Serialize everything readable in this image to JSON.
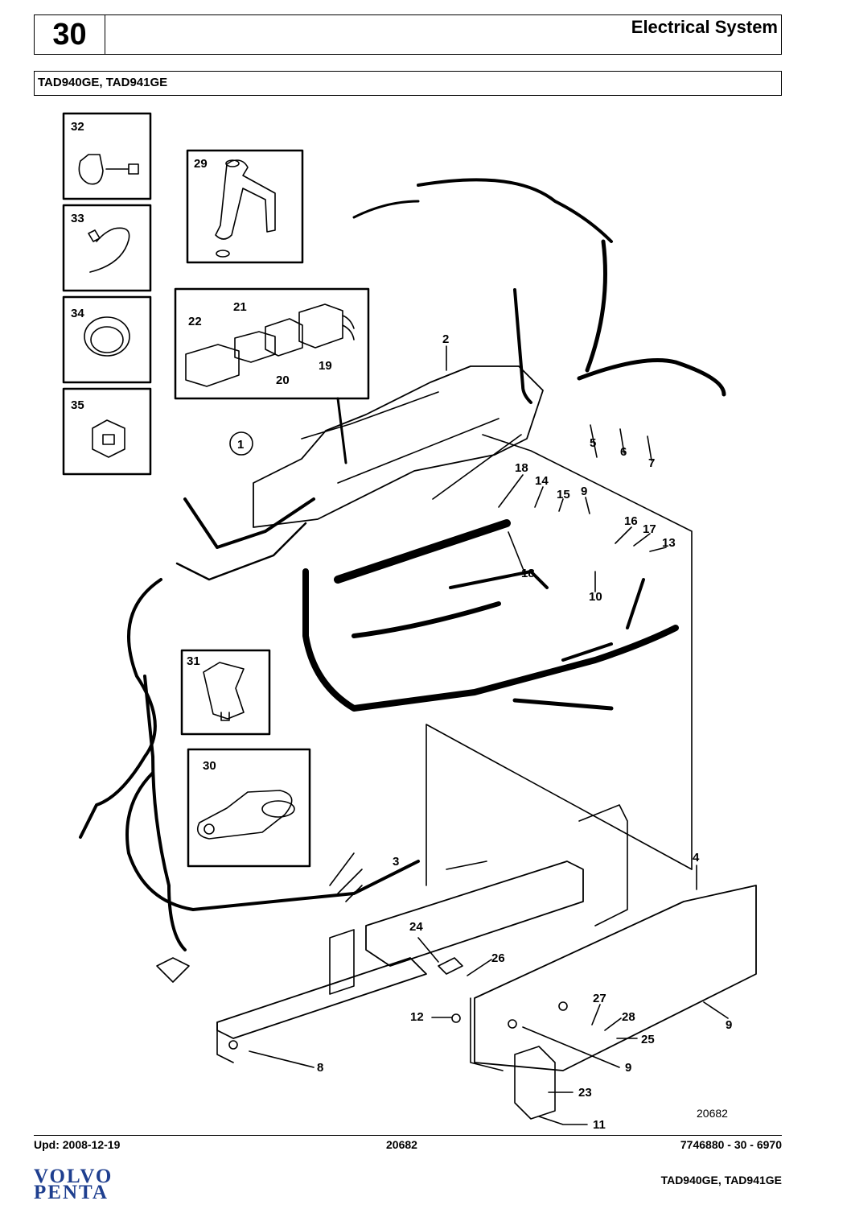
{
  "header": {
    "section_number": "30",
    "title": "Electrical System"
  },
  "model_line": "TAD940GE, TAD941GE",
  "diagram": {
    "figure_id": "20682",
    "callouts": [
      "1",
      "2",
      "3",
      "4",
      "5",
      "6",
      "7",
      "8",
      "9",
      "9",
      "9",
      "10",
      "11",
      "12",
      "13",
      "14",
      "15",
      "16",
      "17",
      "18",
      "18",
      "19",
      "20",
      "21",
      "22",
      "23",
      "24",
      "25",
      "26",
      "27",
      "28",
      "29",
      "30",
      "31",
      "32",
      "33",
      "34",
      "35"
    ]
  },
  "footer": {
    "updated": "Upd: 2008-12-19",
    "page_code": "20682",
    "doc_ref": "7746880 - 30 - 6970",
    "model": "TAD940GE, TAD941GE"
  },
  "brand": {
    "line1": "VOLVO",
    "line2": "PENTA",
    "color": "#1f3f8f"
  }
}
